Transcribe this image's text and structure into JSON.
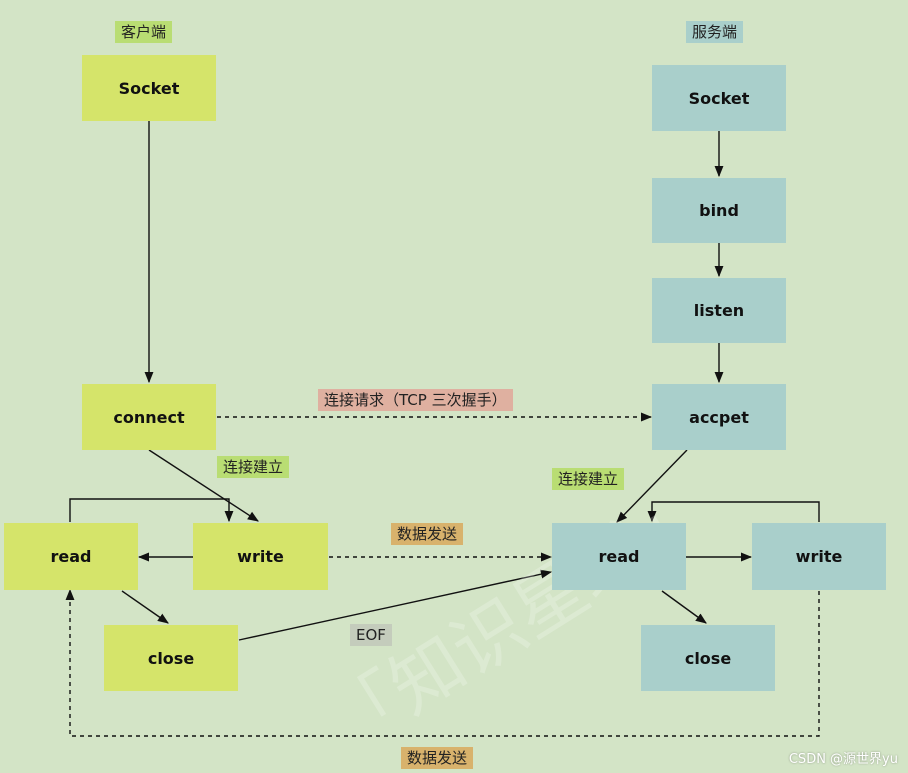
{
  "sections": {
    "client_title": "客户端",
    "server_title": "服务端"
  },
  "client": {
    "socket": "Socket",
    "connect": "connect",
    "read": "read",
    "write": "write",
    "close": "close"
  },
  "server": {
    "socket": "Socket",
    "bind": "bind",
    "listen": "listen",
    "accpet": "accpet",
    "read": "read",
    "write": "write",
    "close": "close"
  },
  "labels": {
    "connection_request": "连接请求（TCP 三次握手）",
    "client_established": "连接建立",
    "server_established": "连接建立",
    "data_send_mid": "数据发送",
    "eof": "EOF",
    "data_send_bottom": "数据发送"
  },
  "watermark": "「知识星球」",
  "credit": "CSDN @源世界yu",
  "colors": {
    "background": "#d3e4c6",
    "client_node": "#d5e46a",
    "server_node": "#a9cfcb",
    "tag_green": "#b9dd73",
    "tag_peach": "#dfb0a0",
    "tag_orange": "#d8b26c"
  }
}
